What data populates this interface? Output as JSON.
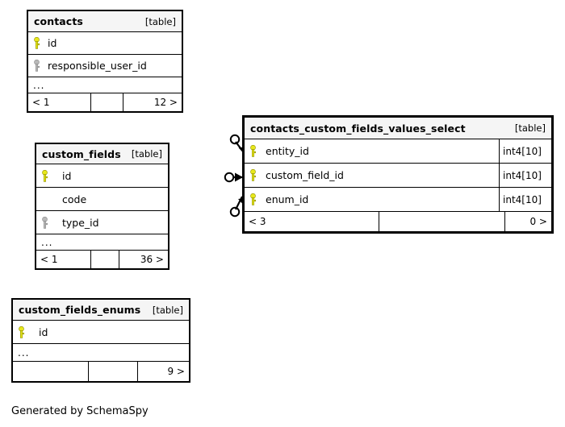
{
  "diagram": {
    "caption": "Generated by SchemaSpy",
    "table_tag": "[table]",
    "ellipsis": "...",
    "icons": {
      "primary_key": "key-icon-yellow",
      "foreign_key": "key-icon-gray",
      "relationship": "crowsfoot-connector-icon"
    },
    "colors": {
      "primary_key": "#e8e81c",
      "foreign_key": "#b0b0b0",
      "header_bg": "#f5f5f5",
      "border": "#000000",
      "background": "#ffffff"
    }
  },
  "tables": [
    {
      "id": "contacts",
      "name": "contacts",
      "tag": "[table]",
      "columns": [
        {
          "key": "primary",
          "name": "id",
          "type": ""
        },
        {
          "key": "foreign",
          "name": "responsible_user_id",
          "type": ""
        }
      ],
      "has_ellipsis": true,
      "footer": {
        "left": "< 1",
        "middle": "",
        "right": "12 >"
      }
    },
    {
      "id": "custom_fields",
      "name": "custom_fields",
      "tag": "[table]",
      "columns": [
        {
          "key": "primary",
          "name": "id",
          "type": ""
        },
        {
          "key": "none",
          "name": "code",
          "type": ""
        },
        {
          "key": "foreign",
          "name": "type_id",
          "type": ""
        }
      ],
      "has_ellipsis": true,
      "footer": {
        "left": "< 1",
        "middle": "",
        "right": "36 >"
      }
    },
    {
      "id": "custom_fields_enums",
      "name": "custom_fields_enums",
      "tag": "[table]",
      "columns": [
        {
          "key": "primary",
          "name": "id",
          "type": ""
        }
      ],
      "has_ellipsis": true,
      "footer": {
        "left": "",
        "middle": "",
        "right": "9 >"
      }
    },
    {
      "id": "contacts_custom_fields_values_select",
      "name": "contacts_custom_fields_values_select",
      "tag": "[table]",
      "columns": [
        {
          "key": "primary",
          "name": "entity_id",
          "type": "int4[10]"
        },
        {
          "key": "primary",
          "name": "custom_field_id",
          "type": "int4[10]"
        },
        {
          "key": "primary",
          "name": "enum_id",
          "type": "int4[10]"
        }
      ],
      "has_ellipsis": false,
      "footer": {
        "left": "< 3",
        "middle": "",
        "right": "0 >"
      }
    }
  ],
  "relationships": [
    {
      "from": "contacts",
      "to": "contacts_custom_fields_values_select.entity_id",
      "notation": "zero-or-more-to-one"
    },
    {
      "from": "custom_fields",
      "to": "contacts_custom_fields_values_select.custom_field_id",
      "notation": "zero-or-more-to-one"
    },
    {
      "from": "custom_fields_enums",
      "to": "contacts_custom_fields_values_select.enum_id",
      "notation": "zero-or-more-to-one"
    }
  ]
}
